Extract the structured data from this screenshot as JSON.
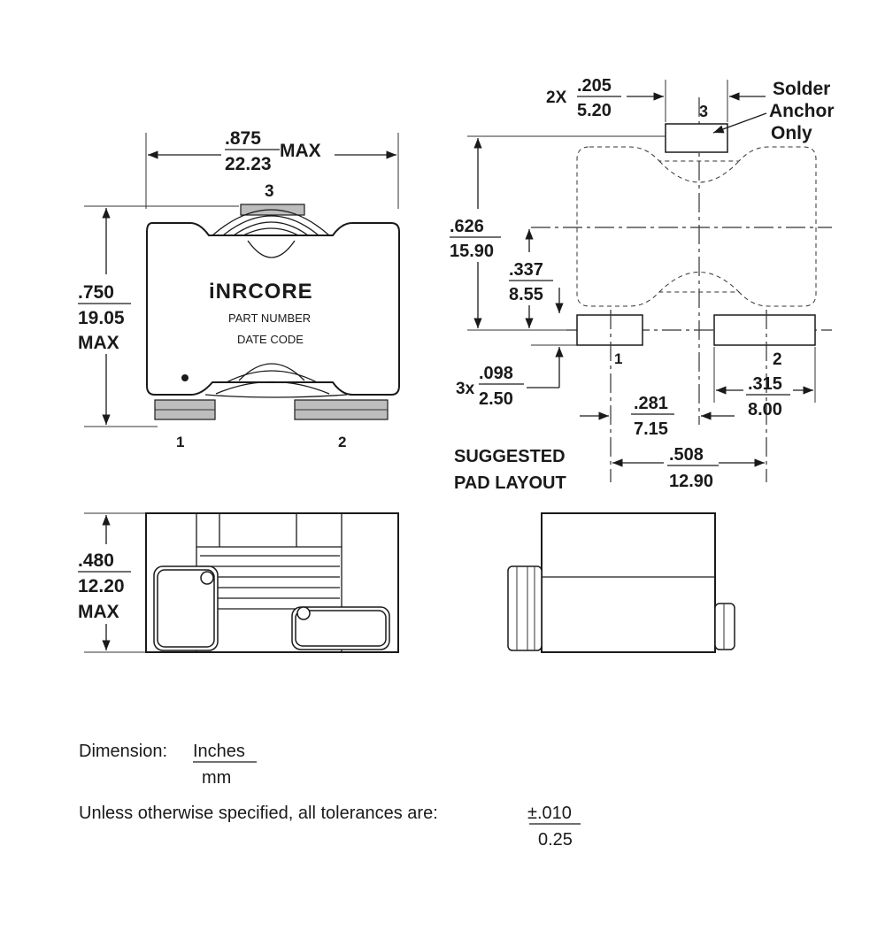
{
  "brand": {
    "logo": "iNRCORE",
    "part_number": "PART NUMBER",
    "date_code": "DATE CODE"
  },
  "top_view": {
    "width": {
      "inch": ".875",
      "mm": "22.23",
      "suffix": "MAX"
    },
    "height": {
      "inch": ".750",
      "mm": "19.05",
      "suffix": "MAX"
    },
    "pins": [
      "1",
      "2",
      "3"
    ]
  },
  "side_view": {
    "height": {
      "inch": ".480",
      "mm": "12.20",
      "suffix": "MAX"
    }
  },
  "pad_layout": {
    "title_line1": "SUGGESTED",
    "title_line2": "PAD LAYOUT",
    "anchor_width": {
      "prefix": "2X",
      "inch": ".205",
      "mm": "5.20"
    },
    "anchor_note": [
      "Solder",
      "Anchor",
      "Only"
    ],
    "overall_height": {
      "inch": ".626",
      "mm": "15.90"
    },
    "inner_height": {
      "inch": ".337",
      "mm": "8.55"
    },
    "pad_height": {
      "prefix": "3x",
      "inch": ".098",
      "mm": "2.50"
    },
    "center_offset": {
      "inch": ".281",
      "mm": "7.15"
    },
    "pad_width": {
      "inch": ".315",
      "mm": "8.00"
    },
    "pad_pitch": {
      "inch": ".508",
      "mm": "12.90"
    },
    "pins": [
      "1",
      "2",
      "3"
    ]
  },
  "notes": {
    "dimension_label": "Dimension:",
    "dimension_unit_top": "Inches",
    "dimension_unit_bottom": "mm",
    "tolerance_label": "Unless otherwise specified, all tolerances are:",
    "tolerance_top": "±.010",
    "tolerance_bottom": "0.25"
  }
}
